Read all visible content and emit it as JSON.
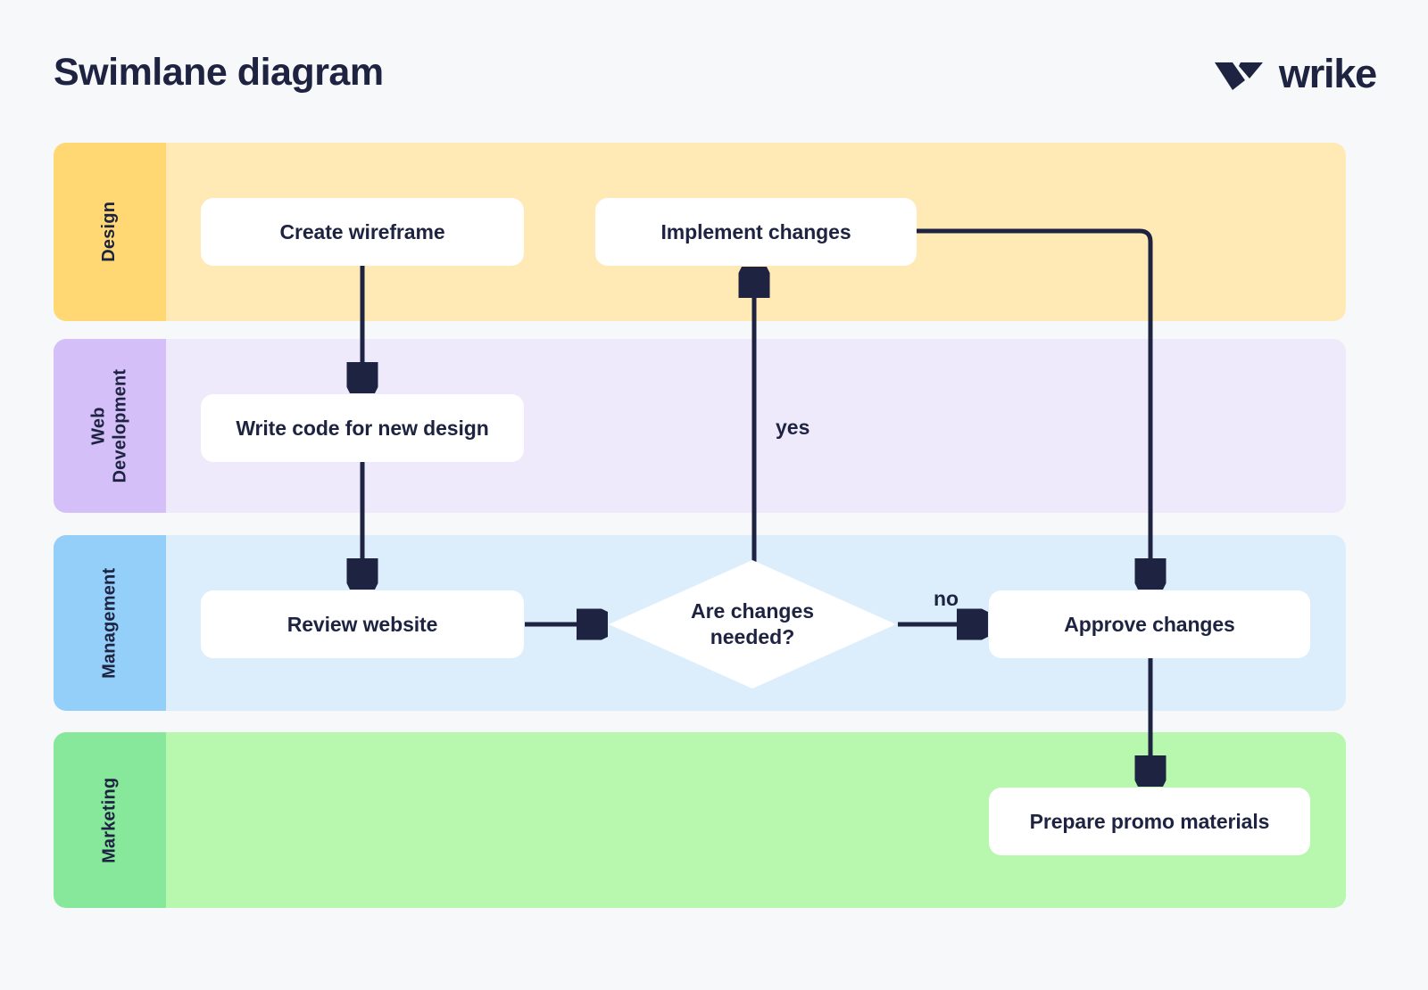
{
  "header": {
    "title": "Swimlane diagram",
    "brand": "wrike",
    "logo_icon": "wrike-checkmark-icon"
  },
  "colors": {
    "page_background": "#F7F8FA",
    "text": "#1D2340",
    "node_fill": "#FFFFFF",
    "connector": "#1D2340",
    "lane_design_header": "#FFD873",
    "lane_design_body": "#FFE9B5",
    "lane_webdev_header": "#D4BFF9",
    "lane_webdev_body": "#EFEAFB",
    "lane_management_header": "#94CFFA",
    "lane_management_body": "#DCEEFC",
    "lane_marketing_header": "#87E79B",
    "lane_marketing_body": "#B8F7AE"
  },
  "diagram": {
    "type": "swimlane-flowchart",
    "lanes": [
      {
        "id": "design",
        "label": "Design"
      },
      {
        "id": "webdev",
        "label": "Web\nDevelopment"
      },
      {
        "id": "management",
        "label": "Management"
      },
      {
        "id": "marketing",
        "label": "Marketing"
      }
    ],
    "nodes": [
      {
        "id": "create-wireframe",
        "label": "Create wireframe",
        "lane": "design",
        "shape": "process"
      },
      {
        "id": "implement-changes",
        "label": "Implement changes",
        "lane": "design",
        "shape": "process"
      },
      {
        "id": "write-code",
        "label": "Write code for new design",
        "lane": "webdev",
        "shape": "process"
      },
      {
        "id": "review-website",
        "label": "Review website",
        "lane": "management",
        "shape": "process"
      },
      {
        "id": "are-changes-needed",
        "label": "Are changes\nneeded?",
        "lane": "management",
        "shape": "decision"
      },
      {
        "id": "approve-changes",
        "label": "Approve changes",
        "lane": "management",
        "shape": "process"
      },
      {
        "id": "prepare-promo",
        "label": "Prepare promo materials",
        "lane": "marketing",
        "shape": "process"
      }
    ],
    "edges": [
      {
        "from": "create-wireframe",
        "to": "write-code",
        "label": ""
      },
      {
        "from": "write-code",
        "to": "review-website",
        "label": ""
      },
      {
        "from": "review-website",
        "to": "are-changes-needed",
        "label": ""
      },
      {
        "from": "are-changes-needed",
        "to": "implement-changes",
        "label": "yes"
      },
      {
        "from": "are-changes-needed",
        "to": "approve-changes",
        "label": "no"
      },
      {
        "from": "implement-changes",
        "to": "approve-changes",
        "label": ""
      },
      {
        "from": "approve-changes",
        "to": "prepare-promo",
        "label": ""
      }
    ],
    "edge_labels": {
      "yes": "yes",
      "no": "no"
    }
  }
}
